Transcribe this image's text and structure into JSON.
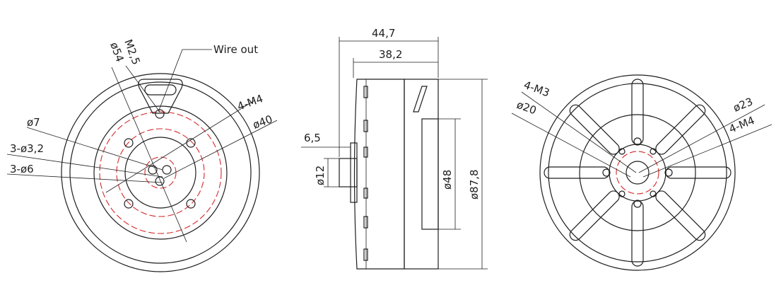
{
  "views": {
    "front": {
      "wire_out": "Wire out",
      "thread_m25": "M2,5",
      "dia_54": "ø54",
      "dia_7": "ø7",
      "holes_32": "3-ø3,2",
      "holes_6": "3-ø6",
      "thread_4m4": "4-M4",
      "dia_40": "ø40"
    },
    "side": {
      "length_447": "44,7",
      "length_382": "38,2",
      "shaft_65": "6,5",
      "dia_12": "ø12",
      "dia_48": "ø48",
      "dia_878": "ø87,8"
    },
    "rear": {
      "thread_4m3": "4-M3",
      "dia_20": "ø20",
      "dia_23": "ø23",
      "thread_4m4": "4-M4"
    }
  },
  "colors": {
    "line": "#1e1e1e",
    "dashed": "#d42a2a",
    "background": "#ffffff"
  }
}
